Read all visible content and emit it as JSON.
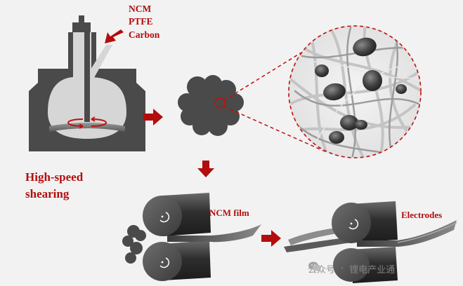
{
  "materials": {
    "ncm": "NCM",
    "ptfe": "PTFE",
    "carbon": "Carbon"
  },
  "process": {
    "line1": "High-speed",
    "line2": "shearing"
  },
  "labels": {
    "film": "NCM film",
    "electrodes": "Electrodes"
  },
  "watermark": {
    "account_type": "公众号",
    "account_name": "锂电产业通"
  },
  "colors": {
    "accent": "#b30d0d",
    "machine": "#4a4a4a",
    "roller": "#3a3a3a",
    "background": "#f2f2f2"
  }
}
